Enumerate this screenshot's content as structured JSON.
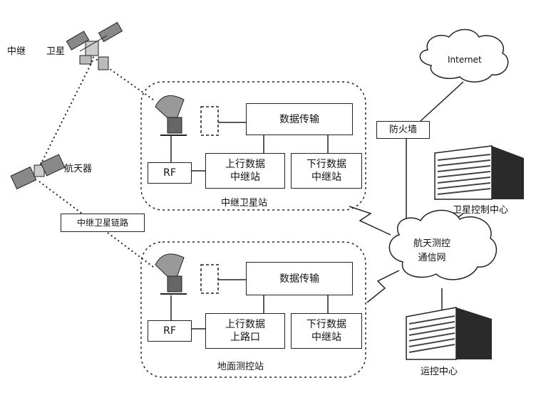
{
  "satellites": {
    "relay_left_label": "中继",
    "relay_right_label": "卫星",
    "space_label": "航天器"
  },
  "relay_station": {
    "label": "中继卫星站",
    "rf": "RF",
    "data_transfer": "数据传输",
    "uplink": [
      "上行数据",
      "中继站"
    ],
    "downlink": [
      "下行数据",
      "中继站"
    ]
  },
  "ground_station": {
    "label": "地面测控站",
    "rf": "RF",
    "data_transfer": "数据传输",
    "uplink": [
      "上行数据",
      "上路口"
    ],
    "downlink": [
      "下行数据",
      "中继站"
    ]
  },
  "link_label": "中继卫星链路",
  "internet_label": "Internet",
  "firewall_label": "防火墙",
  "sat_center_label": "卫星控制中心",
  "network_label": [
    "航天测控",
    "通信网"
  ],
  "ops_center_label": "运控中心",
  "colors": {
    "line": "#222222",
    "building": "#3a3a3a"
  }
}
